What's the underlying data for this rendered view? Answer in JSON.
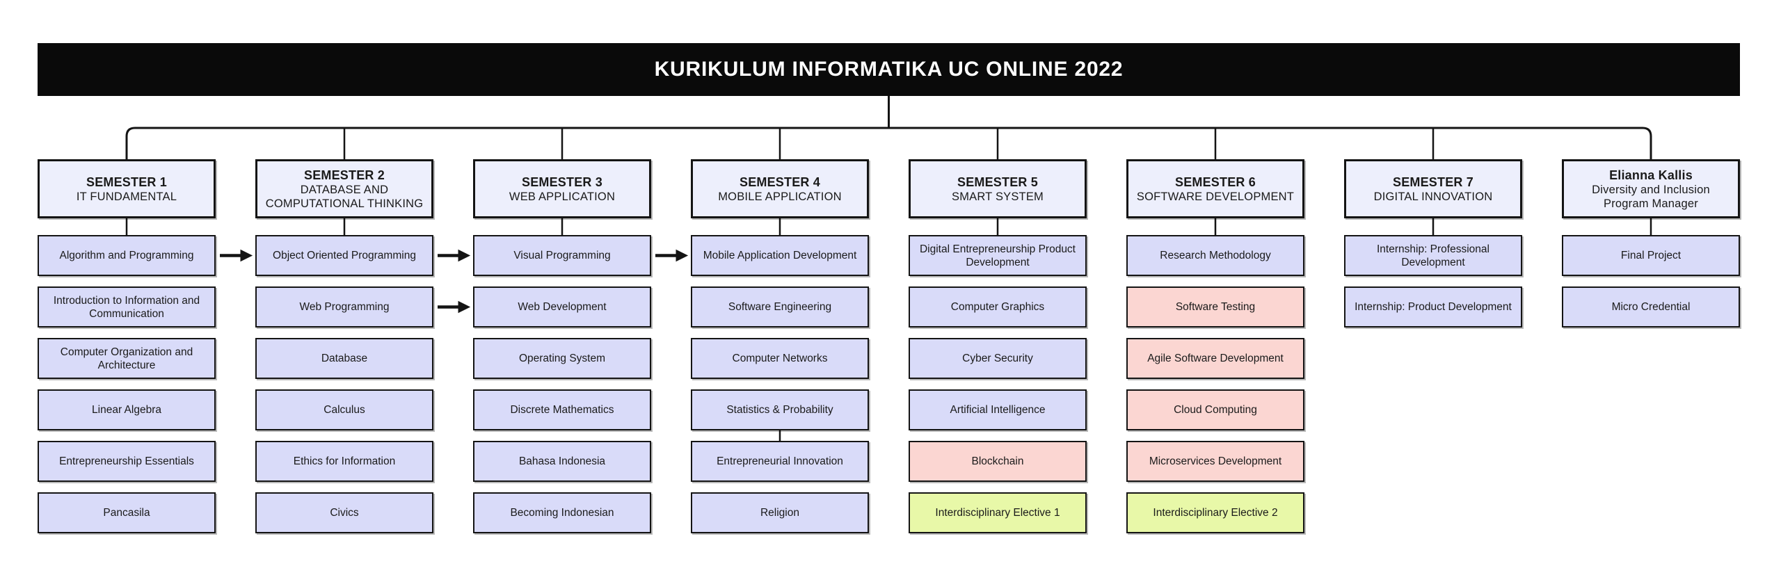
{
  "title": "KURIKULUM INFORMATIKA UC ONLINE 2022",
  "colors": {
    "title_bar_bg": "#0a0a0a",
    "title_text": "#ffffff",
    "header_bg": "#edeffc",
    "course_bg": "#d9dbf9",
    "elective_pink_bg": "#fbd6d2",
    "elective_lime_bg": "#e8f8a8",
    "line": "#141414"
  },
  "columns": [
    {
      "header": {
        "title": "SEMESTER 1",
        "subtitle": "IT FUNDAMENTAL"
      },
      "courses": [
        {
          "label": "Algorithm and Programming",
          "bg": "#d9dbf9"
        },
        {
          "label": "Introduction to Information and Communication",
          "bg": "#d9dbf9"
        },
        {
          "label": "Computer Organization and Architecture",
          "bg": "#d9dbf9"
        },
        {
          "label": "Linear Algebra",
          "bg": "#d9dbf9"
        },
        {
          "label": "Entrepreneurship Essentials",
          "bg": "#d9dbf9"
        },
        {
          "label": "Pancasila",
          "bg": "#d9dbf9"
        }
      ]
    },
    {
      "header": {
        "title": "SEMESTER 2",
        "subtitle": "DATABASE AND COMPUTATIONAL THINKING"
      },
      "courses": [
        {
          "label": "Object Oriented Programming",
          "bg": "#d9dbf9"
        },
        {
          "label": "Web Programming",
          "bg": "#d9dbf9"
        },
        {
          "label": "Database",
          "bg": "#d9dbf9"
        },
        {
          "label": "Calculus",
          "bg": "#d9dbf9"
        },
        {
          "label": "Ethics for Information",
          "bg": "#d9dbf9"
        },
        {
          "label": "Civics",
          "bg": "#d9dbf9"
        }
      ]
    },
    {
      "header": {
        "title": "SEMESTER 3",
        "subtitle": "WEB APPLICATION"
      },
      "courses": [
        {
          "label": "Visual Programming",
          "bg": "#d9dbf9"
        },
        {
          "label": "Web Development",
          "bg": "#d9dbf9"
        },
        {
          "label": "Operating System",
          "bg": "#d9dbf9"
        },
        {
          "label": "Discrete Mathematics",
          "bg": "#d9dbf9"
        },
        {
          "label": "Bahasa Indonesia",
          "bg": "#d9dbf9"
        },
        {
          "label": "Becoming Indonesian",
          "bg": "#d9dbf9"
        }
      ]
    },
    {
      "header": {
        "title": "SEMESTER 4",
        "subtitle": "MOBILE APPLICATION"
      },
      "courses": [
        {
          "label": "Mobile Application Development",
          "bg": "#d9dbf9"
        },
        {
          "label": "Software Engineering",
          "bg": "#d9dbf9"
        },
        {
          "label": "Computer Networks",
          "bg": "#d9dbf9"
        },
        {
          "label": "Statistics & Probability",
          "bg": "#d9dbf9"
        },
        {
          "label": "Entrepreneurial Innovation",
          "bg": "#d9dbf9"
        },
        {
          "label": "Religion",
          "bg": "#d9dbf9"
        }
      ]
    },
    {
      "header": {
        "title": "SEMESTER 5",
        "subtitle": "SMART SYSTEM"
      },
      "courses": [
        {
          "label": "Digital Entrepreneurship Product Development",
          "bg": "#d9dbf9"
        },
        {
          "label": "Computer Graphics",
          "bg": "#d9dbf9"
        },
        {
          "label": "Cyber Security",
          "bg": "#d9dbf9"
        },
        {
          "label": "Artificial Intelligence",
          "bg": "#d9dbf9"
        },
        {
          "label": "Blockchain",
          "bg": "#fbd6d2"
        },
        {
          "label": "Interdisciplinary Elective 1",
          "bg": "#e8f8a8"
        }
      ]
    },
    {
      "header": {
        "title": "SEMESTER 6",
        "subtitle": "SOFTWARE DEVELOPMENT"
      },
      "courses": [
        {
          "label": "Research Methodology",
          "bg": "#d9dbf9"
        },
        {
          "label": "Software Testing",
          "bg": "#fbd6d2"
        },
        {
          "label": "Agile Software Development",
          "bg": "#fbd6d2"
        },
        {
          "label": "Cloud Computing",
          "bg": "#fbd6d2"
        },
        {
          "label": "Microservices Development",
          "bg": "#fbd6d2"
        },
        {
          "label": "Interdisciplinary Elective 2",
          "bg": "#e8f8a8"
        }
      ]
    },
    {
      "header": {
        "title": "SEMESTER 7",
        "subtitle": "DIGITAL INNOVATION"
      },
      "courses": [
        {
          "label": "Internship: Professional Development",
          "bg": "#d9dbf9"
        },
        {
          "label": "Internship: Product Development",
          "bg": "#d9dbf9"
        }
      ]
    },
    {
      "header": {
        "title": "Elianna Kallis",
        "subtitle": "Diversity and Inclusion Program Manager"
      },
      "courses": [
        {
          "label": "Final Project",
          "bg": "#d9dbf9"
        },
        {
          "label": "Micro Credential",
          "bg": "#d9dbf9"
        }
      ]
    }
  ],
  "arrows": [
    {
      "from": "Algorithm and Programming",
      "to": "Object Oriented Programming"
    },
    {
      "from": "Object Oriented Programming",
      "to": "Visual Programming"
    },
    {
      "from": "Web Programming",
      "to": "Web Development"
    },
    {
      "from": "Visual Programming",
      "to": "Mobile Application Development"
    }
  ],
  "internal_links": [
    {
      "from": "Statistics & Probability",
      "to": "Entrepreneurial Innovation"
    }
  ]
}
